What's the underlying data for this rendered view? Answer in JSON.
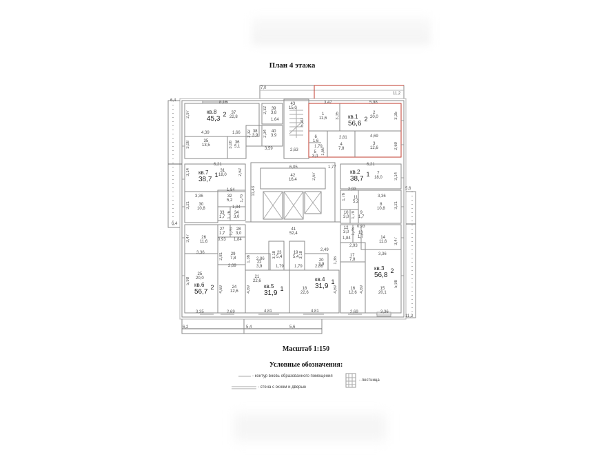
{
  "header": {
    "title": "План 4 этажа"
  },
  "footer": {
    "scale": "Масштаб 1:150",
    "legend_title": "Условные обозначения:",
    "legend": [
      {
        "symbol": "thin-line",
        "text": "- контур вновь образованного помещения"
      },
      {
        "symbol": "wall-window-door",
        "text": "- стена с окном и дверью"
      },
      {
        "symbol": "stair-icon",
        "text": "- лестница"
      }
    ]
  },
  "colors": {
    "wall": "#8a8a8a",
    "highlight": "#c0392b",
    "text": "#444444"
  },
  "apartments": [
    {
      "id": "kv1",
      "name": "кв.1",
      "area": "56,6",
      "rooms": "2",
      "highlighted": true
    },
    {
      "id": "kv2",
      "name": "кв.2",
      "area": "38,7",
      "rooms": "1"
    },
    {
      "id": "kv3",
      "name": "кв.3",
      "area": "56,8",
      "rooms": "2"
    },
    {
      "id": "kv4",
      "name": "кв.4",
      "area": "31,9",
      "rooms": "1"
    },
    {
      "id": "kv5",
      "name": "кв.5",
      "area": "31,9",
      "rooms": "1"
    },
    {
      "id": "kv6",
      "name": "кв.6",
      "area": "56,7",
      "rooms": "2"
    },
    {
      "id": "kv7",
      "name": "кв.7",
      "area": "38,7",
      "rooms": "1"
    },
    {
      "id": "kv8",
      "name": "кв.8",
      "area": "45,3",
      "rooms": "2"
    }
  ],
  "rooms": [
    {
      "n": "1",
      "a": "11,6"
    },
    {
      "n": "2",
      "a": "20,0"
    },
    {
      "n": "3",
      "a": "12,6"
    },
    {
      "n": "4",
      "a": "7,8"
    },
    {
      "n": "5",
      "a": "3,0"
    },
    {
      "n": "6",
      "a": "1,6"
    },
    {
      "n": "7",
      "a": "18,0"
    },
    {
      "n": "8",
      "a": "10,8"
    },
    {
      "n": "9",
      "a": "1,7"
    },
    {
      "n": "10",
      "a": "3,0"
    },
    {
      "n": "11",
      "a": "5,2"
    },
    {
      "n": "12",
      "a": "3,0"
    },
    {
      "n": "13",
      "a": "1,7"
    },
    {
      "n": "14",
      "a": "11,6"
    },
    {
      "n": "15",
      "a": "20,1"
    },
    {
      "n": "16",
      "a": "12,6"
    },
    {
      "n": "17",
      "a": "7,8"
    },
    {
      "n": "18",
      "a": "22,6"
    },
    {
      "n": "19",
      "a": "5,4"
    },
    {
      "n": "20",
      "a": "3,9"
    },
    {
      "n": "21",
      "a": "22,6"
    },
    {
      "n": "22",
      "a": "3,9"
    },
    {
      "n": "23",
      "a": "5,4"
    },
    {
      "n": "24",
      "a": "12,6"
    },
    {
      "n": "25",
      "a": "20,0"
    },
    {
      "n": "26",
      "a": "11,6"
    },
    {
      "n": "27",
      "a": "1,7"
    },
    {
      "n": "28",
      "a": "3,0"
    },
    {
      "n": "29",
      "a": "7,8"
    },
    {
      "n": "30",
      "a": "10,8"
    },
    {
      "n": "31",
      "a": "18,0"
    },
    {
      "n": "32",
      "a": "5,2"
    },
    {
      "n": "33",
      "a": "1,7"
    },
    {
      "n": "34",
      "a": "3,0"
    },
    {
      "n": "35",
      "a": "13,5"
    },
    {
      "n": "36",
      "a": "5,1"
    },
    {
      "n": "37",
      "a": "22,8"
    },
    {
      "n": "38",
      "a": "3,9"
    },
    {
      "n": "39",
      "a": "3,8"
    },
    {
      "n": "40",
      "a": "3,9"
    },
    {
      "n": "41",
      "a": "52,4"
    },
    {
      "n": "42",
      "a": "16,4"
    },
    {
      "n": "43",
      "a": "15,0"
    }
  ],
  "dimensions": {
    "balcony_top": "7,0",
    "balcony_top_right": "11,2",
    "left_top": "6,4",
    "left_bottom": "6,4",
    "right_top": "5,6",
    "right_bottom": "11,2",
    "bottom_left": "6,2",
    "bottom_mid": "5,4",
    "bottom_right": "5,6",
    "d_8_16": "8,16",
    "d_2_97": "2,97",
    "d_4_39": "4,39",
    "d_3_08a": "3,08",
    "d_1_66": "1,66",
    "d_3_08b": "3,08",
    "d_2_32a": "2,32",
    "d_1_64": "1,64",
    "d_2_32b": "2,32",
    "d_2_34": "2,34",
    "d_3_59": "3,59",
    "d_5_20": "5,20",
    "d_2_63": "2,63",
    "d_3_47a": "3,47",
    "d_5_98a": "5,98",
    "d_3_35a": "3,35",
    "d_3_35b": "3,35",
    "d_2_81": "2,81",
    "d_4_69a": "4,69",
    "d_1_79a": "1,79",
    "d_1_66b": "1,66",
    "d_2_69a": "2,69",
    "d_6_21a": "6,21",
    "d_3_14a": "3,14",
    "d_2_62": "2,62",
    "d_1_84a": "1,84",
    "d_1_76a": "1,76",
    "d_11_43": "11,43",
    "d_3_36a": "3,36",
    "d_3_21a": "3,21",
    "d_1_84b": "1,84",
    "d_1_76b": "1,76",
    "d_6_05": "6,05",
    "d_2_67": "2,67",
    "d_1_77": "1,77",
    "d_6_21b": "6,21",
    "d_3_14b": "3,14",
    "d_2_93a": "2,93",
    "d_1_76c": "1,76",
    "d_3_36b": "3,36",
    "d_3_21b": "3,21",
    "d_1_79b": "1,79",
    "d_0_93a": "0,93",
    "d_1_76d": "1,76",
    "d_1_84c": "1,84",
    "d_2_93b": "2,93",
    "d_3_36c": "3,36",
    "d_3_47b": "3,47",
    "d_2_49": "2,49",
    "d_1_36a": "1,36",
    "d_2_86a": "2,86",
    "d_3_18a": "3,18",
    "d_3_18b": "3,18",
    "d_2_86b": "2,86",
    "d_1_36b": "1,36",
    "d_1_79c": "1,79",
    "d_1_79d": "1,79",
    "d_3_47c": "3,47",
    "d_0_93b": "0,93",
    "d_1_76e": "1,76",
    "d_1_84d": "1,84",
    "d_3_36d": "3,36",
    "d_2_81b": "2,81",
    "d_2_69b": "2,69",
    "d_5_98b": "5,98",
    "d_4_69b": "4,69",
    "d_4_69c": "4,69",
    "d_4_69d": "4,69",
    "d_4_69e": "4,69",
    "d_5_98c": "5,98",
    "d_3_35c": "3,35",
    "d_2_69c": "2,69",
    "d_4_81a": "4,81",
    "d_4_81b": "4,81",
    "d_2_69d": "2,69",
    "d_3_36e": "3,36"
  }
}
